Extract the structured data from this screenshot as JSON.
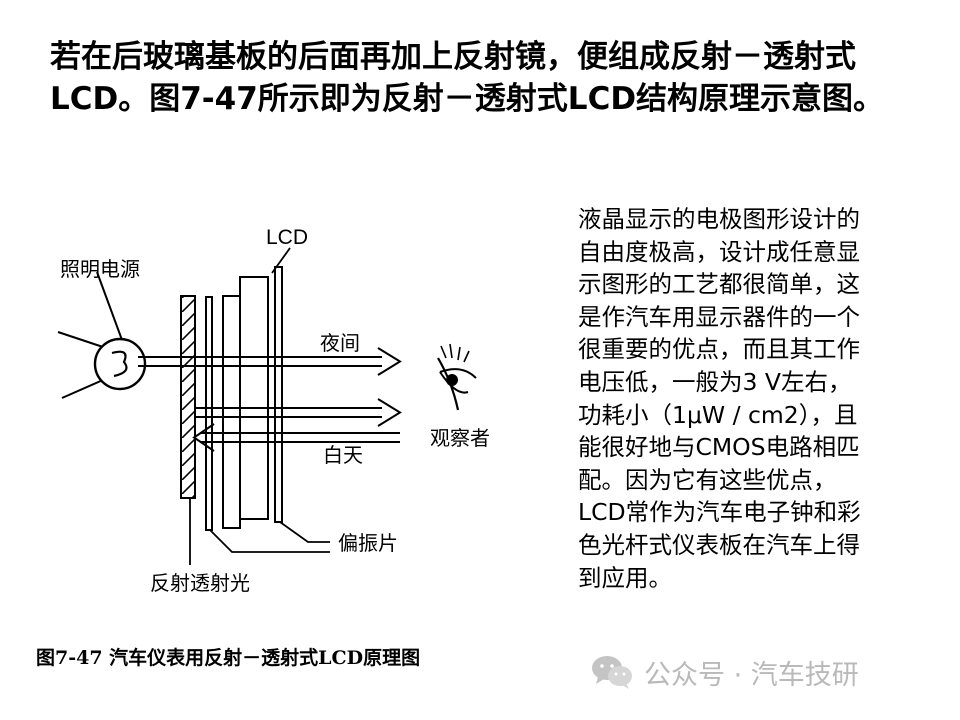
{
  "intro": {
    "line1": "若在后玻璃基板的后面再加上反射镜，便组成反射－透射式",
    "line2": "LCD。图7-47所示即为反射－透射式LCD结构原理示意图。"
  },
  "diagram": {
    "labels": {
      "light_source": "照明电源",
      "lcd": "LCD",
      "night": "夜间",
      "day": "白天",
      "observer": "观察者",
      "polarizer": "偏振片",
      "reflective": "反射透射光"
    }
  },
  "description": {
    "lines": [
      "液晶显示的电极图形设计的",
      "自由度极高，设计成任意显",
      "示图形的工艺都很简单，这",
      "是作汽车用显示器件的一个",
      "很重要的优点，而且其工作",
      "电压低，一般为3 V左右，",
      "功耗小（1μW / cm2），且",
      "能很好地与CMOS电路相匹",
      "配。因为它有这些优点，",
      "LCD常作为汽车电子钟和彩",
      "色光杆式仪表板在汽车上得",
      "到应用。"
    ]
  },
  "caption": "图7-47  汽车仪表用反射－透射式LCD原理图",
  "watermark": {
    "text": "公众号 · 汽车技研",
    "icon": "wechat-icon"
  }
}
